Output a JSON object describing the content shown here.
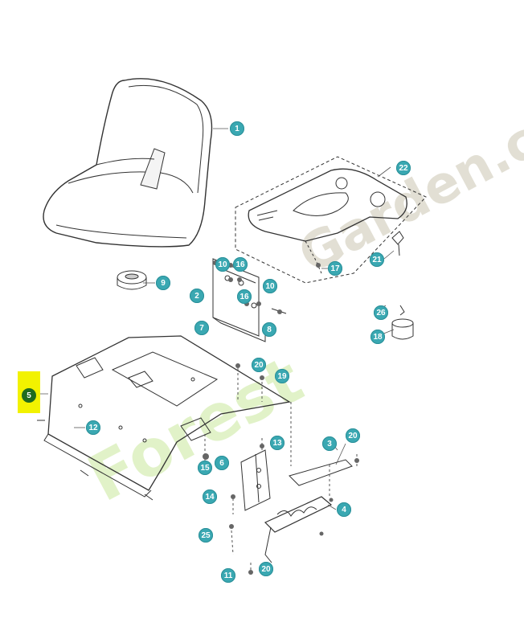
{
  "watermark": {
    "left_text": "Forest",
    "right_text": "Garden.com"
  },
  "colors": {
    "callout": "#3aa8b2",
    "highlight_callout": "#1f6b1f",
    "highlight_box": "#f2f200",
    "line": "#333333"
  },
  "callouts": {
    "c1": "1",
    "c2": "2",
    "c3": "3",
    "c4": "4",
    "c5": "5",
    "c6": "6",
    "c7": "7",
    "c8": "8",
    "c9": "9",
    "c10a": "10",
    "c10b": "10",
    "c11": "11",
    "c12": "12",
    "c13": "13",
    "c14": "14",
    "c15": "15",
    "c16a": "16",
    "c16b": "16",
    "c17": "17",
    "c18": "18",
    "c19": "19",
    "c20a": "20",
    "c20b": "20",
    "c20c": "20",
    "c21": "21",
    "c22": "22",
    "c25": "25",
    "c26": "26"
  },
  "highlighted_part": "5"
}
